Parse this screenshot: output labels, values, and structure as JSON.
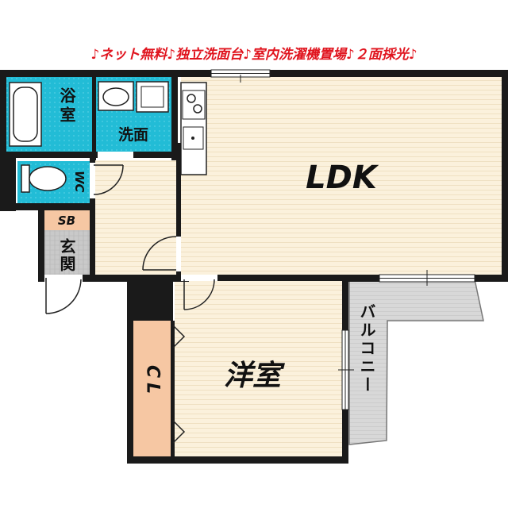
{
  "banner": "♪ネット無料♪独立洗面台♪室内洗濯機置場♪２面採光♪",
  "colors": {
    "banner_text": "#e0141e",
    "wall": "#1a1a1a",
    "floor_wood": "#fbf1dc",
    "wet_area": "#22bcd6",
    "closet": "#f6c7a3",
    "shoe_box": "#f6c7a3",
    "entrance": "#c9c9c9",
    "balcony": "#d8d8d8"
  },
  "rooms": {
    "ldk": "LDK",
    "western_room": "洋室",
    "closet": "CL",
    "bathroom": "浴室",
    "washroom": "洗面",
    "toilet": "WC",
    "shoe_box": "SB",
    "entrance": "玄関",
    "balcony": "バルコニー"
  }
}
